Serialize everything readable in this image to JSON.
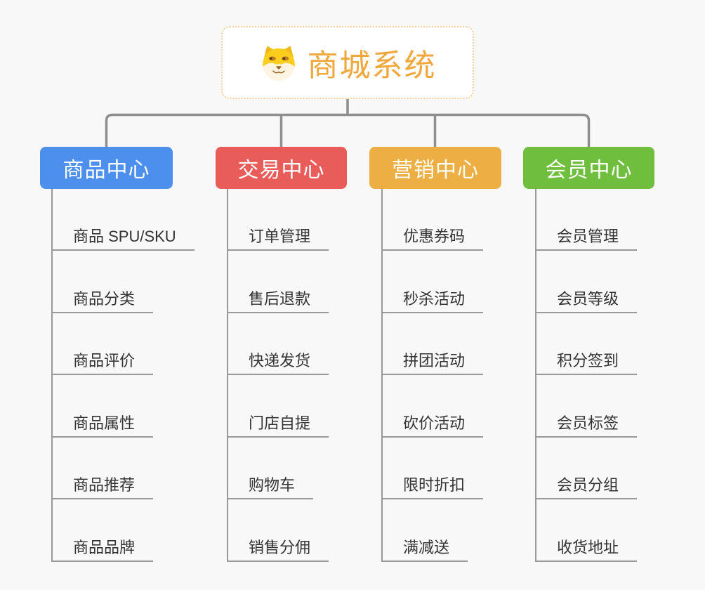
{
  "root": {
    "title": "商城系统",
    "icon": "dog-face-icon"
  },
  "branches": [
    {
      "label": "商品中心",
      "color": "#4d8fec",
      "items": [
        "商品 SPU/SKU",
        "商品分类",
        "商品评价",
        "商品属性",
        "商品推荐",
        "商品品牌"
      ]
    },
    {
      "label": "交易中心",
      "color": "#e85c59",
      "items": [
        "订单管理",
        "售后退款",
        "快递发货",
        "门店自提",
        "购物车",
        "销售分佣"
      ]
    },
    {
      "label": "营销中心",
      "color": "#edaf44",
      "items": [
        "优惠券码",
        "秒杀活动",
        "拼团活动",
        "砍价活动",
        "限时折扣",
        "满减送"
      ]
    },
    {
      "label": "会员中心",
      "color": "#6fbe3e",
      "items": [
        "会员管理",
        "会员等级",
        "积分签到",
        "会员标签",
        "会员分组",
        "收货地址"
      ]
    }
  ],
  "colors": {
    "background": "#f8f8f8",
    "root_accent": "#f0a73c",
    "root_border": "#f2cf9a",
    "connector": "#8e8e8e",
    "leaf_line": "#999999",
    "leaf_text": "#333333"
  }
}
